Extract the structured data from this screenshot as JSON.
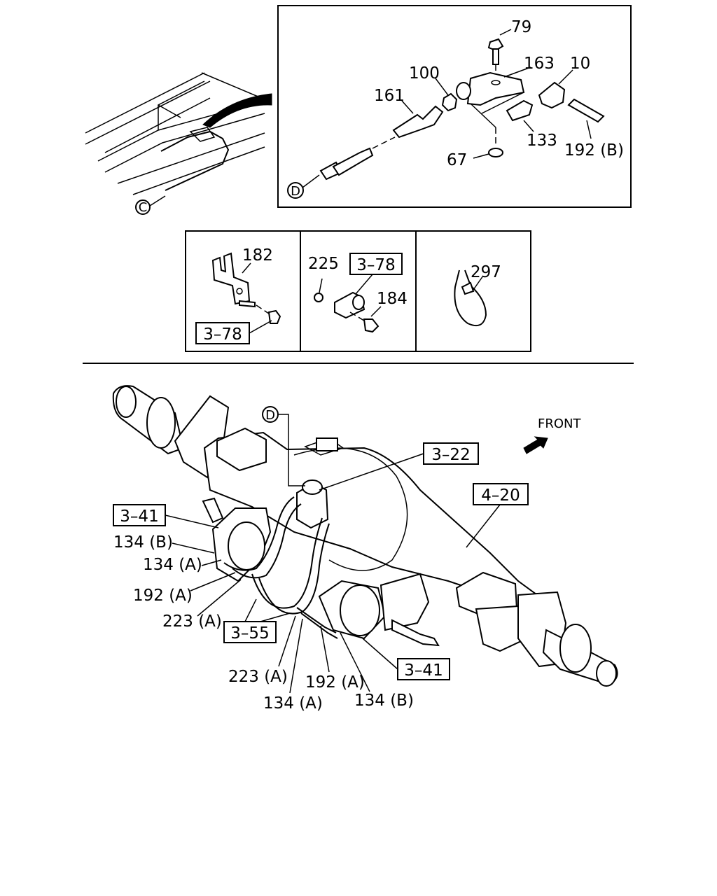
{
  "top_inset": {
    "callouts": [
      "79",
      "163",
      "10",
      "100",
      "161",
      "133",
      "192 (B)",
      "67"
    ],
    "circle_labels": [
      "D",
      "C"
    ]
  },
  "detail_panels": {
    "bracket": {
      "part": "182",
      "ref": "3–78"
    },
    "clamp": {
      "part_nut": "225",
      "ref": "3–78",
      "part_bolt": "184"
    },
    "tie": {
      "part": "297"
    }
  },
  "main_view": {
    "front_label": "FRONT",
    "circle_label": "D",
    "refs": [
      "3–22",
      "4–20",
      "3–41",
      "3–55",
      "3–41"
    ],
    "left_callouts": [
      "134 (B)",
      "134 (A)",
      "192 (A)",
      "223 (A)"
    ],
    "bottom_callouts": [
      "223 (A)",
      "192 (A)",
      "134 (A)",
      "134 (B)"
    ]
  }
}
